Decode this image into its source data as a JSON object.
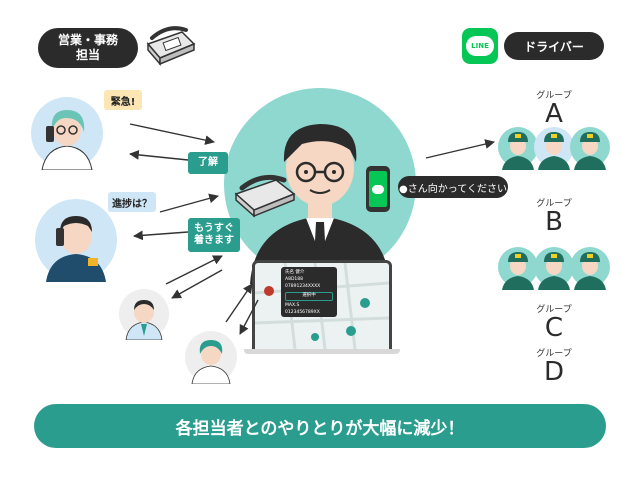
{
  "header": {
    "sales_badge_line1": "営業・事務",
    "sales_badge_line2": "担当",
    "driver_badge": "ドライバー",
    "line_logo_text": "LINE"
  },
  "bubbles": {
    "urgent": "緊急!",
    "progress": "進捗は？",
    "understood": "了解",
    "arriving_line1": "もうすぐ",
    "arriving_line2": "着きます",
    "line_message": "●さん向かってください"
  },
  "groups": [
    {
      "label": "グループ",
      "letter": "A"
    },
    {
      "label": "グループ",
      "letter": "B"
    },
    {
      "label": "グループ",
      "letter": "C"
    },
    {
      "label": "グループ",
      "letter": "D"
    }
  ],
  "laptop": {
    "rows": [
      "氏名 健介",
      "A8D188",
      "07891234XXXX"
    ],
    "button": "選択中",
    "sub_label": "MAX.S",
    "sub_value": "0123456789XX"
  },
  "banner": "各担当者とのやりとりが大幅に減少！",
  "colors": {
    "teal": "#2a9d8f",
    "teal_light": "#8fd8cf",
    "dark": "#2b2b2b",
    "line_green": "#06c755",
    "yellow_bg": "#fbe6b4",
    "blue_bg": "#cfe6f7"
  }
}
